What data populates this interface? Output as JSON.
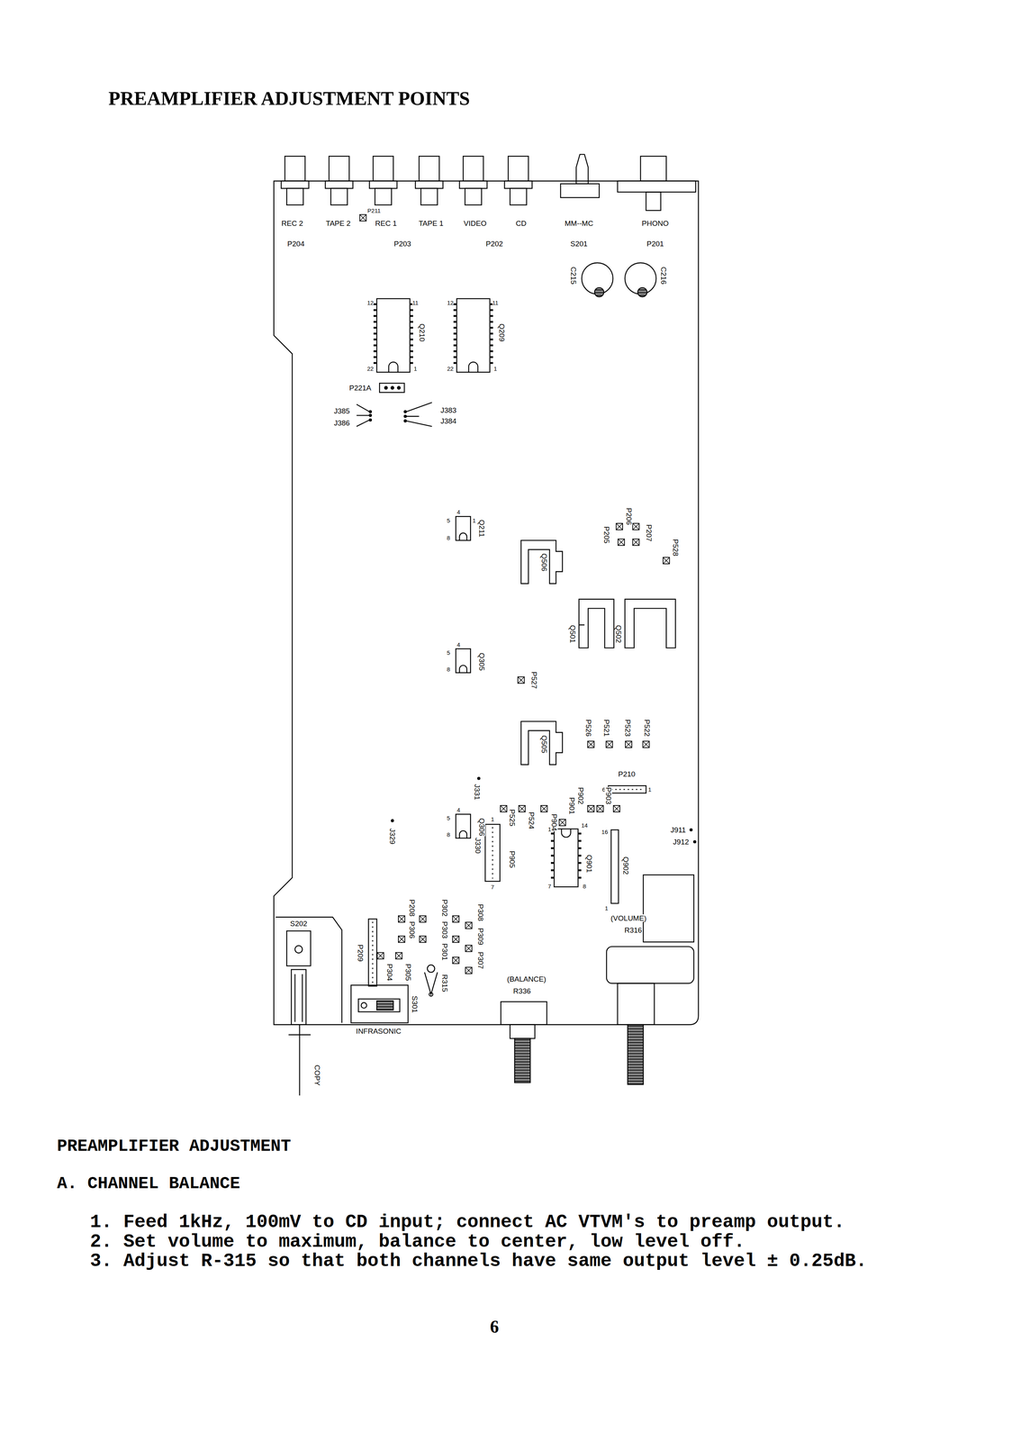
{
  "diagram": {
    "title": "PREAMPLIFIER ADJUSTMENT POINTS",
    "labels": [
      "REC 2",
      "TAPE 2",
      "P211",
      "REC 1",
      "TAPE 1",
      "VIDEO",
      "CD",
      "MM--MC",
      "PHONO",
      "P204",
      "P203",
      "P202",
      "S201",
      "P201",
      "C215",
      "C216",
      "Q210",
      "12",
      "11",
      "22",
      "1",
      "Q209",
      "12",
      "11",
      "22",
      "1",
      "P221A",
      "J385",
      "J386",
      "J383",
      "J384",
      "Q211",
      "5",
      "4",
      "8",
      "1",
      "P206",
      "P207",
      "P205",
      "P528",
      "Q506",
      "Q501",
      "Q502",
      "Q305",
      "4",
      "5",
      "8",
      "P527",
      "P526",
      "P521",
      "P523",
      "P522",
      "Q505",
      "P210",
      "6",
      "1",
      "J331",
      "P902",
      "P903",
      "P525",
      "P524",
      "P904",
      "P901",
      "J911",
      "J912",
      "Q306",
      "4",
      "5",
      "8",
      "J329",
      "J330",
      "1",
      "7",
      "P905",
      "Q901",
      "1",
      "14",
      "7",
      "8",
      "Q902",
      "16",
      "1",
      "(VOLUME)",
      "R316",
      "S202",
      "P209",
      "P208",
      "P306",
      "P302",
      "P303",
      "P301",
      "P304",
      "P305",
      "R315",
      "P308",
      "P309",
      "P307",
      "(BALANCE)",
      "R336",
      "S301",
      "INFRASONIC",
      "COPY",
      "PREAMPLIFIER ADJUSTMENT",
      "A. CHANNEL BALANCE",
      "1. Feed 1kHz, 100mV to CD input; connect AC VTVM's to preamp output.",
      "2. Set volume to maximum, balance to center, low level off.",
      "3. Adjust R-315 so that both channels have same output level ± 0.25dB.",
      "6"
    ]
  }
}
